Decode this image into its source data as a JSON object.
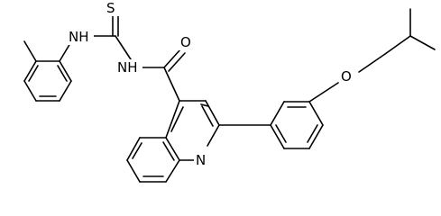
{
  "molecule": {
    "atoms": {
      "sulfur": "S",
      "nh_thiourea": "NH",
      "nh_amide": "NH",
      "carbonyl_oxygen": "O",
      "ether_oxygen": "O",
      "quinoline_nitrogen": "N"
    }
  },
  "colors": {
    "bond": "#000000",
    "background": "#ffffff"
  }
}
